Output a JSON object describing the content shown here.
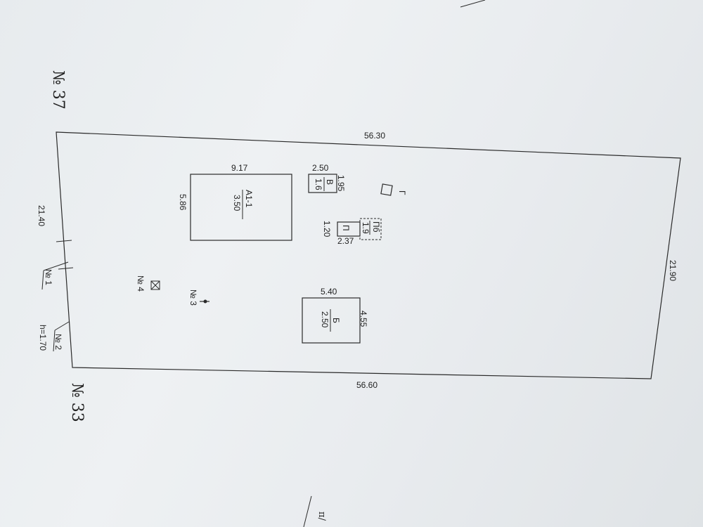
{
  "neighbors": {
    "top": "№ 37",
    "bottom": "№ 33"
  },
  "plot": {
    "sides": {
      "top": "56.30",
      "bottom": "56.60",
      "right": "21.90",
      "left": "21.40"
    }
  },
  "buildings": [
    {
      "id": "A1-1",
      "name": "А1-1",
      "sub": "3.50",
      "width": "9.17",
      "depth": "5.86"
    },
    {
      "id": "B",
      "name": "Б",
      "sub": "2.50",
      "width": "5.40",
      "depth": "4.55"
    },
    {
      "id": "V",
      "name": "В",
      "sub": "1.6",
      "width": "2.50",
      "depth": "1.95"
    },
    {
      "id": "P",
      "name": "П",
      "width": "1.20",
      "depth": "2.37"
    },
    {
      "id": "Pb",
      "name": "Пб",
      "sub": "1.9"
    },
    {
      "id": "G",
      "name": "Г"
    }
  ],
  "markers": {
    "gate1": "№ 1",
    "gate2": "№ 2",
    "gate2_height": "h=1.70",
    "no3": "№ 3",
    "no4": "№ 4"
  },
  "corner_fragment": "п/"
}
